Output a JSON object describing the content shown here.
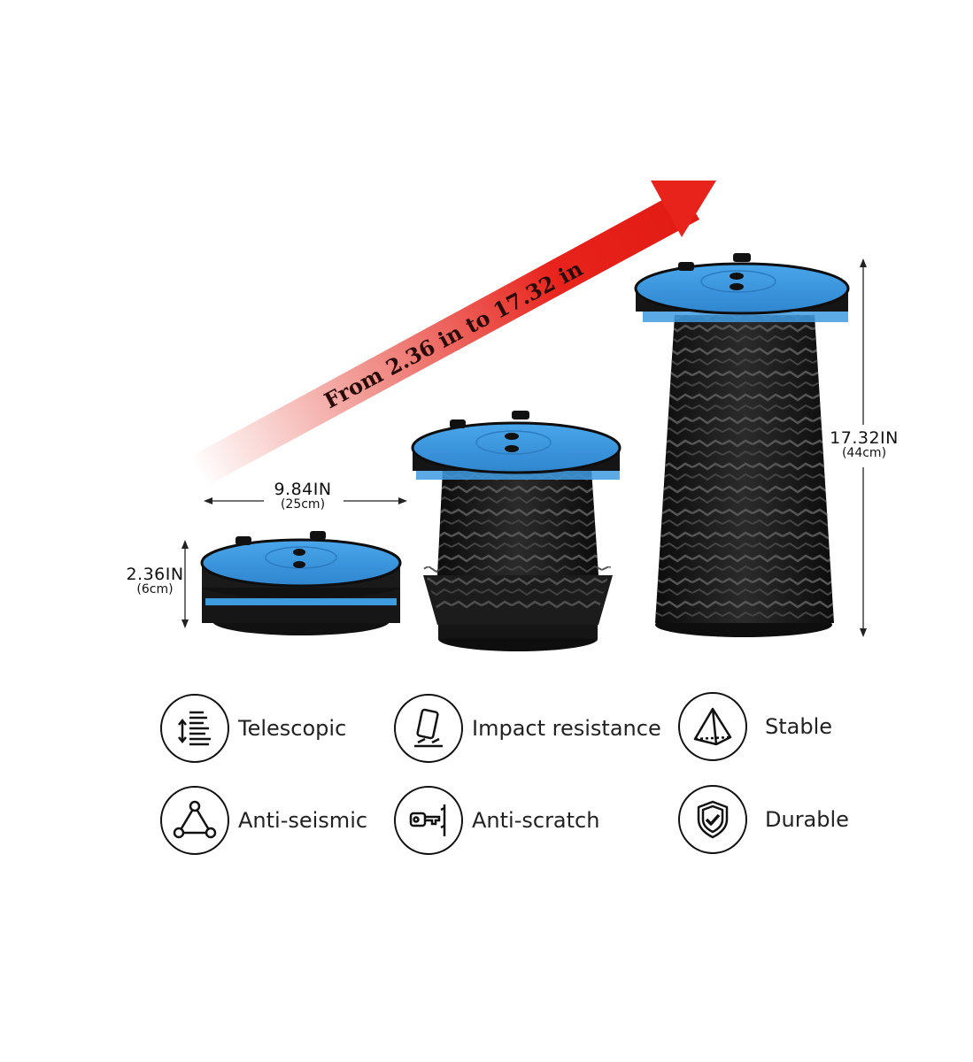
{
  "arrow_text": "From 2.36 in to 17.32 in",
  "dimensions": {
    "width_main": "9.84IN",
    "width_sub": "(25cm)",
    "collapsed_main": "2.36IN",
    "collapsed_sub": "(6cm)",
    "extended_main": "17.32IN",
    "extended_sub": "(44cm)"
  },
  "colors": {
    "seat_blue": "#3f9be0",
    "body_black": "#1a1a1a",
    "arrow_red": "#e8231c"
  },
  "features": [
    {
      "label": "Telescopic",
      "icon": "telescopic-icon"
    },
    {
      "label": "Impact resistance",
      "icon": "impact-resistance-icon"
    },
    {
      "label": "Stable",
      "icon": "pyramid-icon"
    },
    {
      "label": "Anti-seismic",
      "icon": "triangle-nodes-icon"
    },
    {
      "label": "Anti-scratch",
      "icon": "key-scratch-icon"
    },
    {
      "label": "Durable",
      "icon": "shield-check-icon"
    }
  ]
}
